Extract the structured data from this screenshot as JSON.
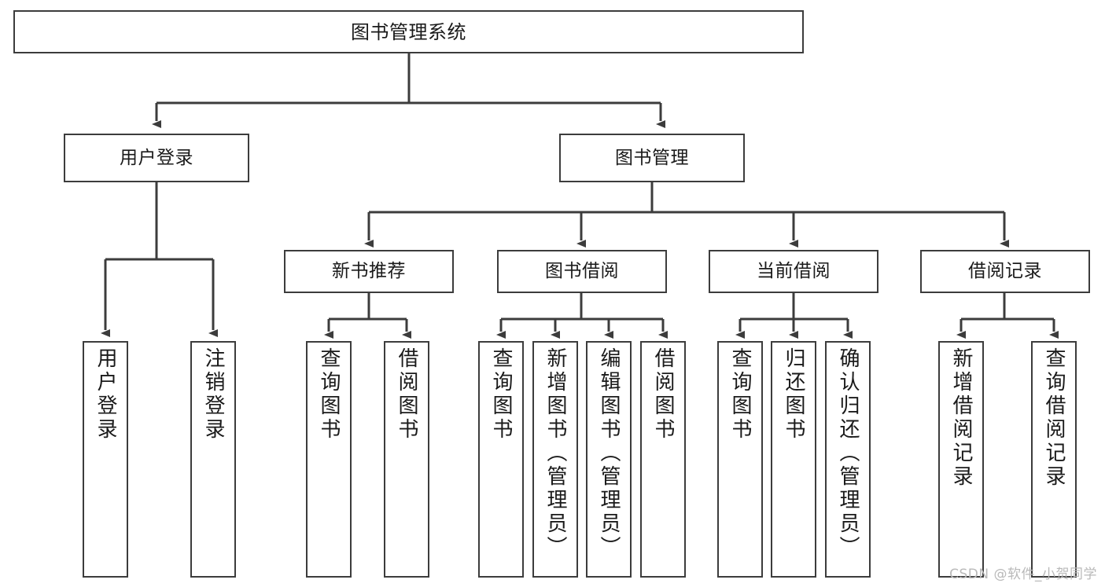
{
  "diagram": {
    "title": "图书管理系统",
    "type": "tree",
    "orientation": "top-down",
    "colors": {
      "box_border": "#3c3c3c",
      "box_fill": "#ffffff",
      "line": "#3c3c3c",
      "text": "#1a1a1a",
      "watermark": "#b9b9b9",
      "background": "#ffffff"
    },
    "root": {
      "label": "图书管理系统"
    },
    "level2": [
      {
        "label": "用户登录"
      },
      {
        "label": "图书管理"
      }
    ],
    "level3": [
      {
        "label": "新书推荐"
      },
      {
        "label": "图书借阅"
      },
      {
        "label": "当前借阅"
      },
      {
        "label": "借阅记录"
      }
    ],
    "leaves": {
      "user_login": [
        {
          "label": "用户登录"
        },
        {
          "label": "注销登录"
        }
      ],
      "new_book_recommend": [
        {
          "label": "查询图书"
        },
        {
          "label": "借阅图书"
        }
      ],
      "book_borrow": [
        {
          "label": "查询图书"
        },
        {
          "label": "新增图书（管理员）"
        },
        {
          "label": "编辑图书（管理员）"
        },
        {
          "label": "借阅图书"
        }
      ],
      "current_borrow": [
        {
          "label": "查询图书"
        },
        {
          "label": "归还图书"
        },
        {
          "label": "确认归还（管理员）"
        }
      ],
      "borrow_record": [
        {
          "label": "新增借阅记录"
        },
        {
          "label": "查询借阅记录"
        }
      ]
    }
  },
  "watermark": {
    "text": "CSDN @软件_小贺同学"
  }
}
